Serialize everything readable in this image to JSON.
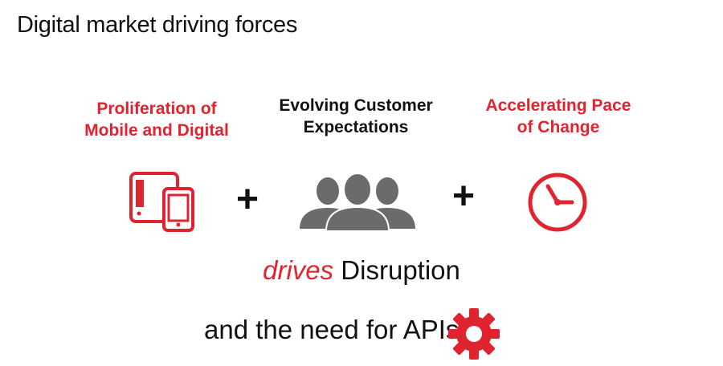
{
  "title": "Digital market driving forces",
  "forces": [
    {
      "label_line1": "Proliferation of",
      "label_line2": "Mobile and Digital",
      "icon": "mobile-devices-icon",
      "color": "#e0242f"
    },
    {
      "label_line1": "Evolving Customer",
      "label_line2": "Expectations",
      "icon": "people-group-icon",
      "color": "#111111"
    },
    {
      "label_line1": "Accelerating Pace",
      "label_line2": "of Change",
      "icon": "clock-icon",
      "color": "#e0242f"
    }
  ],
  "operator": "+",
  "result": {
    "emphasis": "drives",
    "text": " Disruption"
  },
  "conclusion": {
    "text": "and the need for APIs",
    "icon": "gear-icon"
  },
  "colors": {
    "accent": "#e0242f",
    "text": "#111111",
    "icon_gray": "#6b6b6b"
  }
}
